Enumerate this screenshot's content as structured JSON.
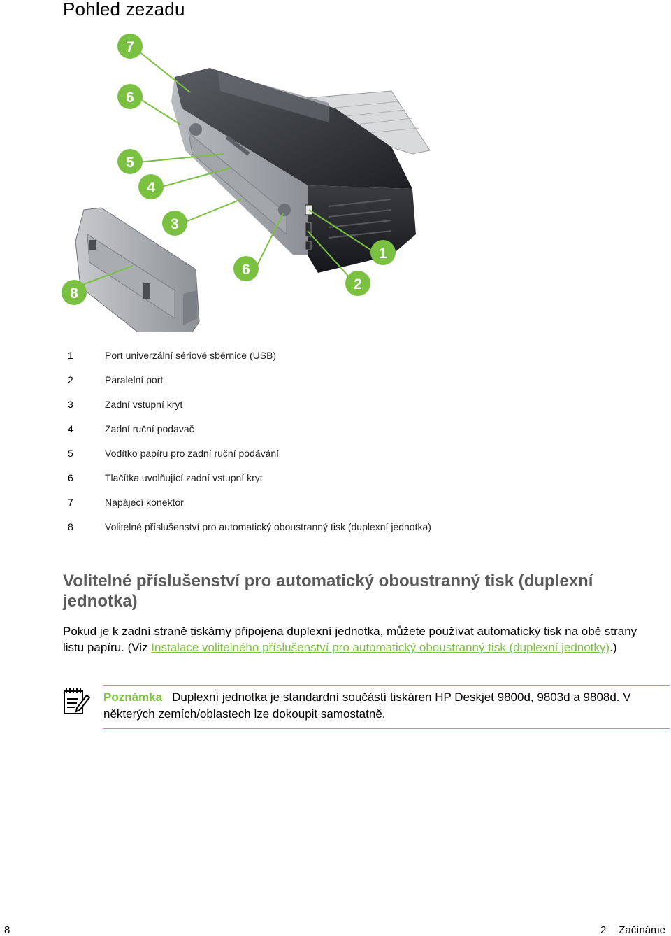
{
  "page": {
    "title": "Pohled zezadu"
  },
  "figure": {
    "callouts": [
      "7",
      "6",
      "5",
      "4",
      "3",
      "6",
      "2",
      "1",
      "8"
    ],
    "accent_color": "#7ac142"
  },
  "legend": [
    {
      "num": "1",
      "text": "Port univerzální sériové sběrnice (USB)"
    },
    {
      "num": "2",
      "text": "Paralelní port"
    },
    {
      "num": "3",
      "text": "Zadní vstupní kryt"
    },
    {
      "num": "4",
      "text": "Zadní ruční podavač"
    },
    {
      "num": "5",
      "text": "Vodítko papíru pro zadní ruční podávání"
    },
    {
      "num": "6",
      "text": "Tlačítka uvolňující zadní vstupní kryt"
    },
    {
      "num": "7",
      "text": "Napájecí konektor"
    },
    {
      "num": "8",
      "text": "Volitelné příslušenství pro automatický oboustranný tisk (duplexní jednotka)"
    }
  ],
  "section": {
    "heading": "Volitelné příslušenství pro automatický oboustranný tisk (duplexní jednotka)",
    "para_before_link": "Pokud je k zadní straně tiskárny připojena duplexní jednotka, můžete používat automatický tisk na obě strany listu papíru. (Viz ",
    "link_text": "Instalace volitelného příslušenství pro automatický oboustranný tisk (duplexní jednotky)",
    "para_after_link": ".)"
  },
  "note": {
    "icon": "note-pencil-icon",
    "label": "Poznámka",
    "text": "Duplexní jednotka je standardní součástí tiskáren HP Deskjet 9800d, 9803d a 9808d. V některých zemích/oblastech lze dokoupit samostatně."
  },
  "footer": {
    "page_number": "8",
    "chapter_number": "2",
    "chapter_title": "Začínáme"
  }
}
